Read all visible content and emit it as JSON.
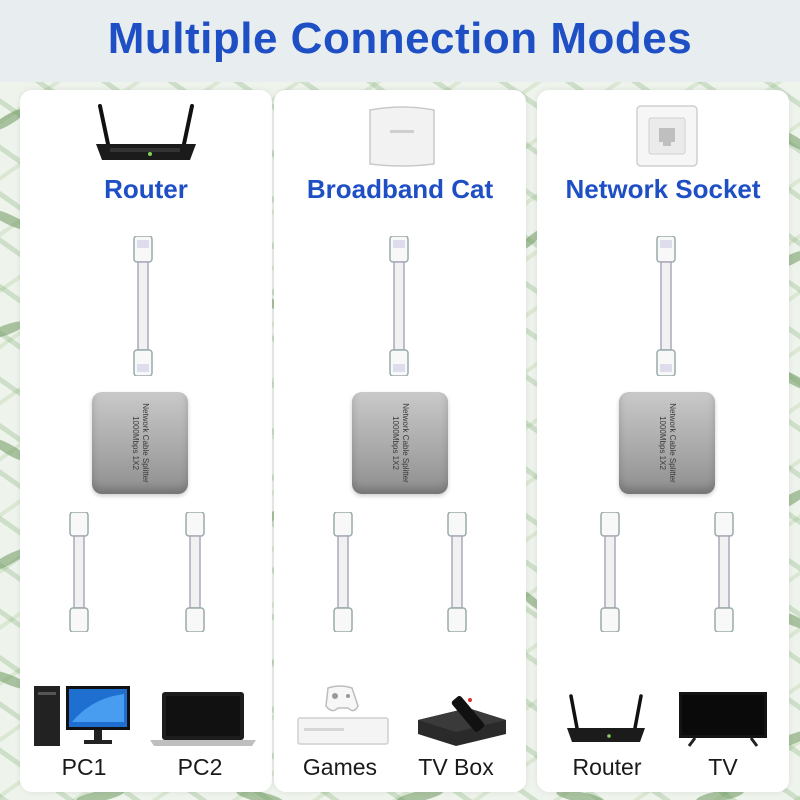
{
  "title": "Multiple Connection Modes",
  "splitter_text": {
    "line1": "Network Cable Splitter",
    "line2": "1000Mbps 1X2"
  },
  "panels": [
    {
      "title": "Router",
      "top_icon": "router-icon",
      "outputs": [
        {
          "label": "PC1",
          "icon": "desktop-pc-icon"
        },
        {
          "label": "PC2",
          "icon": "laptop-icon"
        }
      ]
    },
    {
      "title": "Broadband Cat",
      "top_icon": "broadband-modem-icon",
      "outputs": [
        {
          "label": "Games",
          "icon": "game-console-icon"
        },
        {
          "label": "TV Box",
          "icon": "tv-box-icon"
        }
      ]
    },
    {
      "title": "Network Socket",
      "top_icon": "wall-socket-icon",
      "outputs": [
        {
          "label": "Router",
          "icon": "router-icon"
        },
        {
          "label": "TV",
          "icon": "tv-icon"
        }
      ]
    }
  ],
  "colors": {
    "title_blue": "#1f4fc4",
    "panel_bg": "#ffffff",
    "splitter_gray": "#a7a7a7"
  }
}
